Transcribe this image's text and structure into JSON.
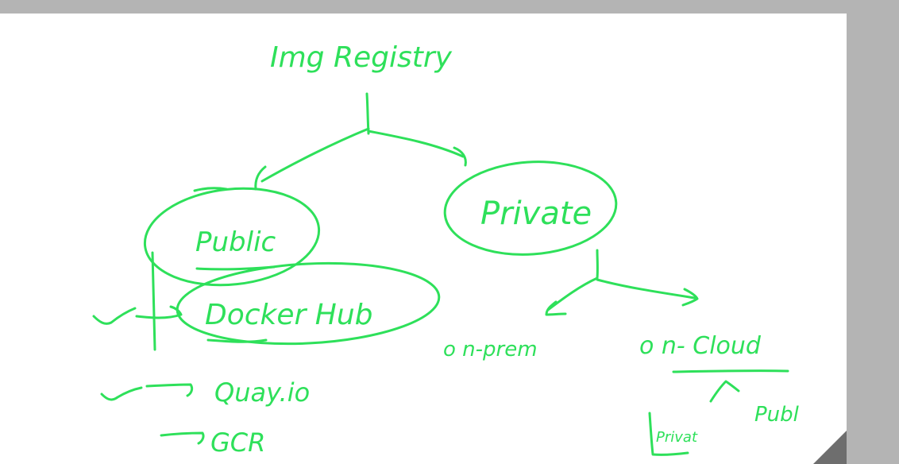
{
  "whiteboard": {
    "ink_color": "#2ee05a",
    "background_color": "#ffffff",
    "frame_color": "#b4b4b4",
    "labels": {
      "title": "Img Registry",
      "public": "Public",
      "private": "Private",
      "docker_hub": "Docker Hub",
      "quay": "Quay.io",
      "gcr": "GCR",
      "on_prem": "o n-prem",
      "on_cloud": "o n- Cloud",
      "private_small": "Privat",
      "public_small": "Publ"
    }
  }
}
